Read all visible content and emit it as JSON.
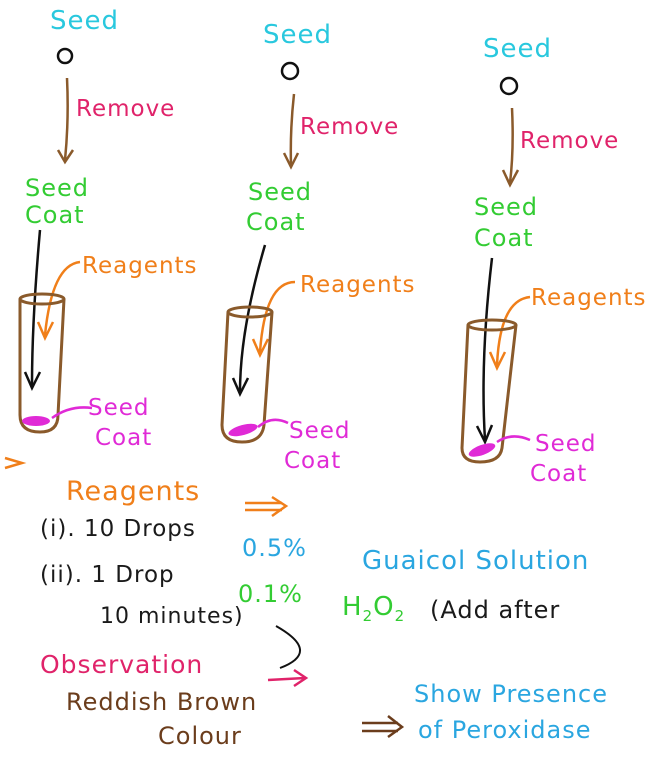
{
  "columns": [
    {
      "seed": "Seed",
      "remove": "Remove",
      "seed_coat_line1": "Seed",
      "seed_coat_line2": "Coat",
      "reagents": "Reagents",
      "tube_label_line1": "Seed",
      "tube_label_line2": "Coat"
    },
    {
      "seed": "Seed",
      "remove": "Remove",
      "seed_coat_line1": "Seed",
      "seed_coat_line2": "Coat",
      "reagents": "Reagents",
      "tube_label_line1": "Seed",
      "tube_label_line2": "Coat"
    },
    {
      "seed": "Seed",
      "remove": "Remove",
      "seed_coat_line1": "Seed",
      "seed_coat_line2": "Coat",
      "reagents": "Reagents",
      "tube_label_line1": "Seed",
      "tube_label_line2": "Coat"
    }
  ],
  "notes": {
    "heading": "Reagents",
    "step1_num": "(i). 10 Drops",
    "step1_conc": "0.5%",
    "step1_reagent": "Guaicol Solution",
    "step2_num": "(ii). 1 Drop",
    "step2_conc": "0.1%",
    "step2_reagent_prefix": "H",
    "step2_sub1": "2",
    "step2_mid": "O",
    "step2_sub2": "2",
    "step2_note_line1": "(Add after",
    "step2_note_line2": "10 minutes)",
    "observation": "Observation",
    "result_line1": "Reddish Brown",
    "result_line2": "Colour",
    "conclusion_line1": "Show Presence",
    "conclusion_line2": "of Peroxidase"
  },
  "colors": {
    "seed": "#29c8de",
    "remove": "#e0236a",
    "seed_coat": "#33cc33",
    "reagents": "#f07f1a",
    "tube": "#8a5a2b",
    "coat_label": "#e02ad6",
    "instructions": "#1a1a1a",
    "conclusion": "#2aa6e0"
  }
}
